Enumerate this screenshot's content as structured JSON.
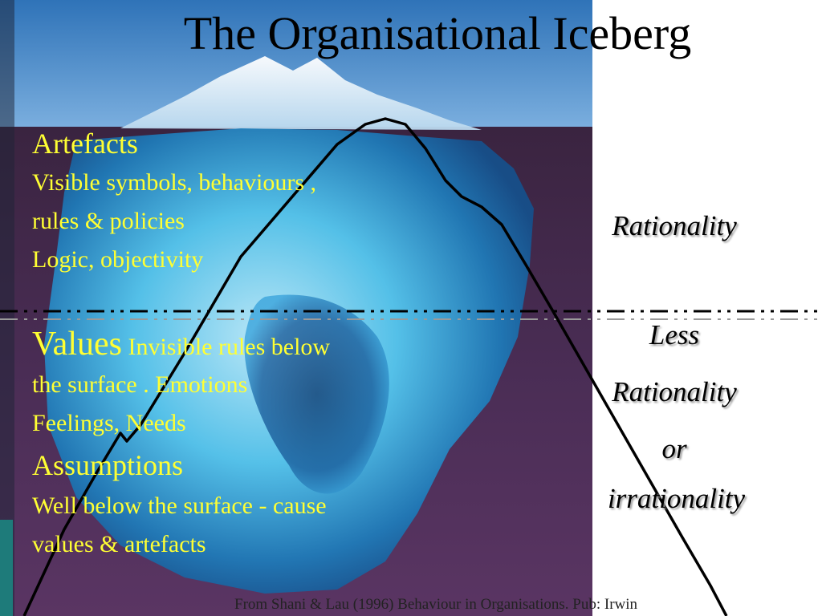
{
  "slide": {
    "title": "The Organisational Iceberg",
    "artefacts": {
      "heading": "Artefacts",
      "line1": "Visible symbols, behaviours ,",
      "line2": "rules & policies",
      "line3": "Logic, objectivity"
    },
    "values": {
      "heading": "Values",
      "text1": " Invisible rules below",
      "line2": "the surface .  Emotions",
      "line3": "Feelings, Needs"
    },
    "assumptions": {
      "heading": "Assumptions",
      "line1": "Well below the surface - cause",
      "line2": "values & artefacts"
    },
    "right_labels": {
      "rationality": "Rationality",
      "less": "Less",
      "rationality2": "Rationality",
      "or": "or",
      "irrationality": "irrationality"
    },
    "credit": "From Shani & Lau (1996) Behaviour in Organisations. Pub: Irwin"
  },
  "colors": {
    "text_highlight": "#ffff33",
    "ocean_top": "#4a2a4a",
    "ice": "#3fb6e6"
  }
}
